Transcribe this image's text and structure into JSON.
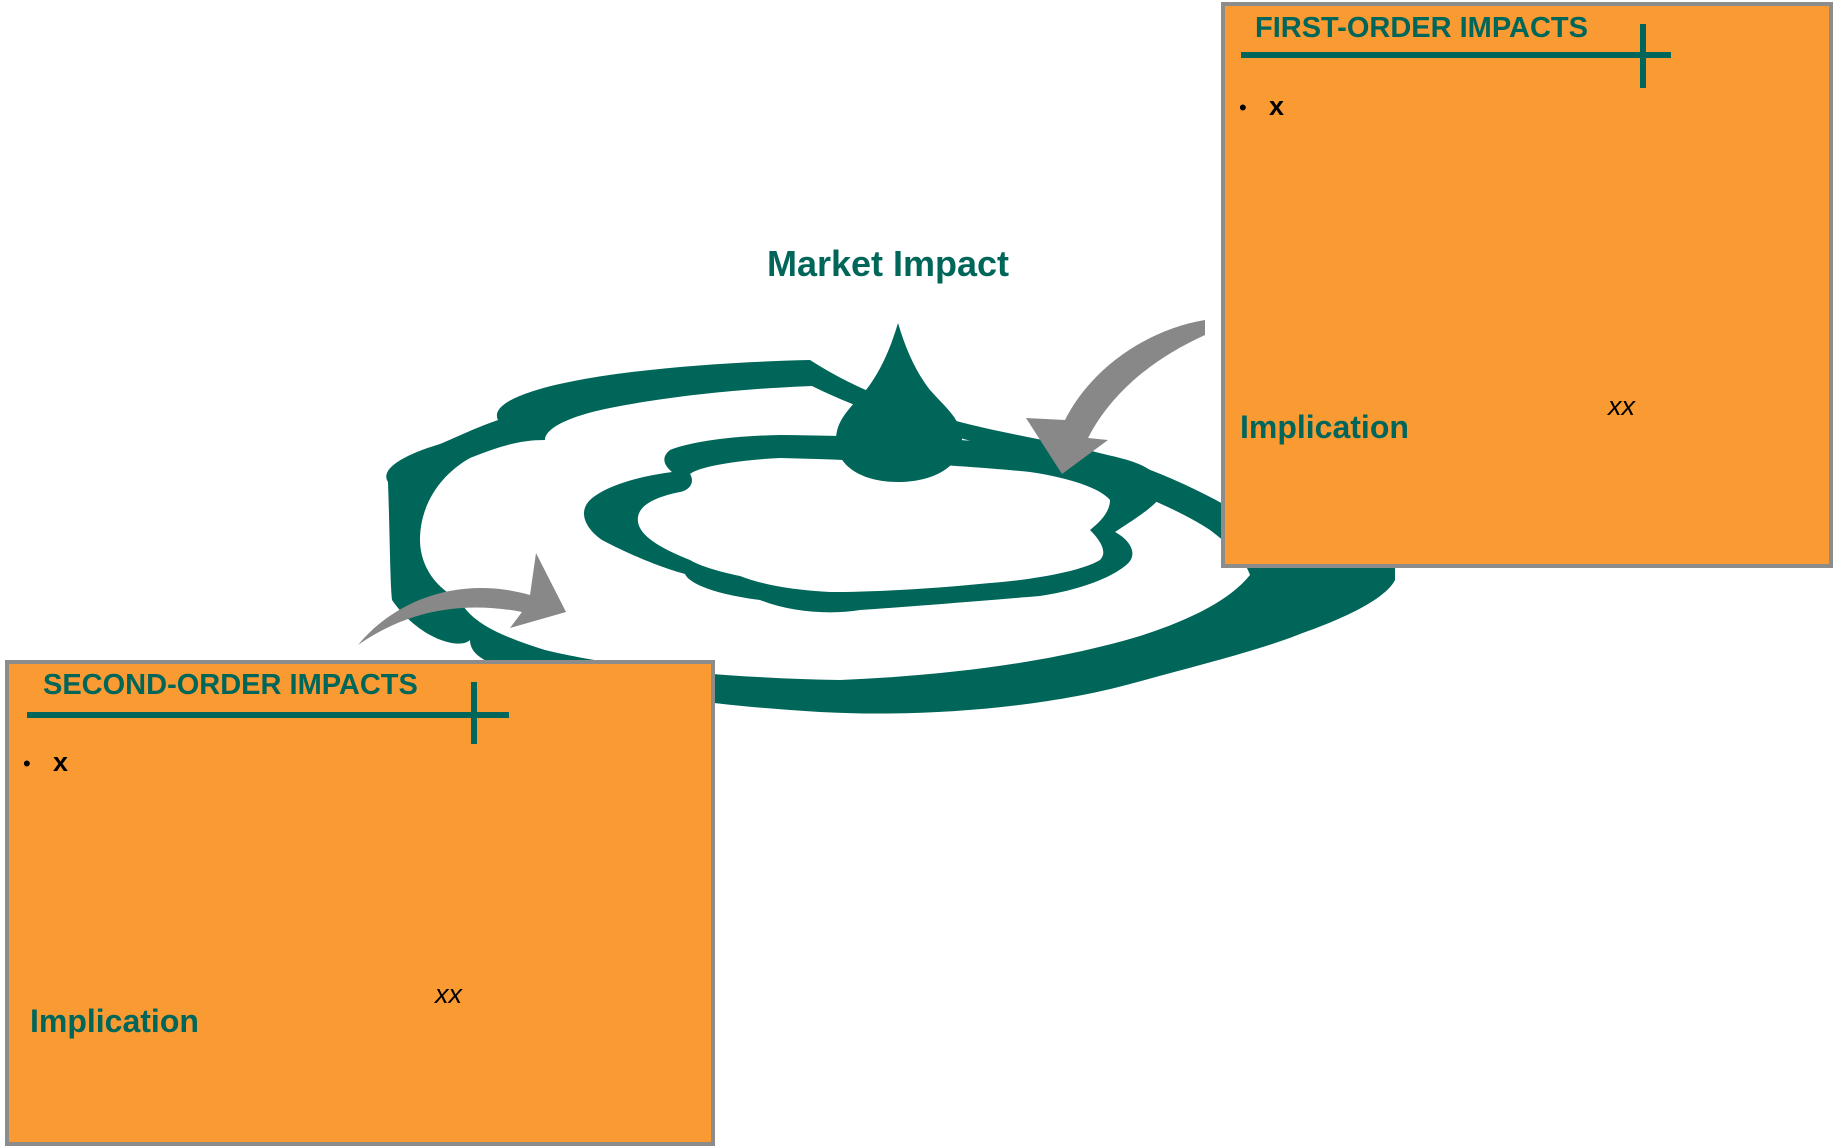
{
  "diagram": {
    "center_label": "Market Impact",
    "colors": {
      "accent_green": "#00665a",
      "box_fill": "#fa9a33",
      "box_border": "#8c8c8c",
      "arrow_gray": "#888888",
      "background": "#ffffff"
    },
    "icons": [
      "water-drop-icon",
      "ripple-rings-graphic",
      "curved-arrow-icon"
    ]
  },
  "first_order": {
    "header": "FIRST-ORDER IMPACTS",
    "bullets": [
      "x"
    ],
    "implication_label": "Implication",
    "implication_value": "xx"
  },
  "second_order": {
    "header": "SECOND-ORDER IMPACTS",
    "bullets": [
      "x"
    ],
    "implication_label": "Implication",
    "implication_value": "xx"
  }
}
